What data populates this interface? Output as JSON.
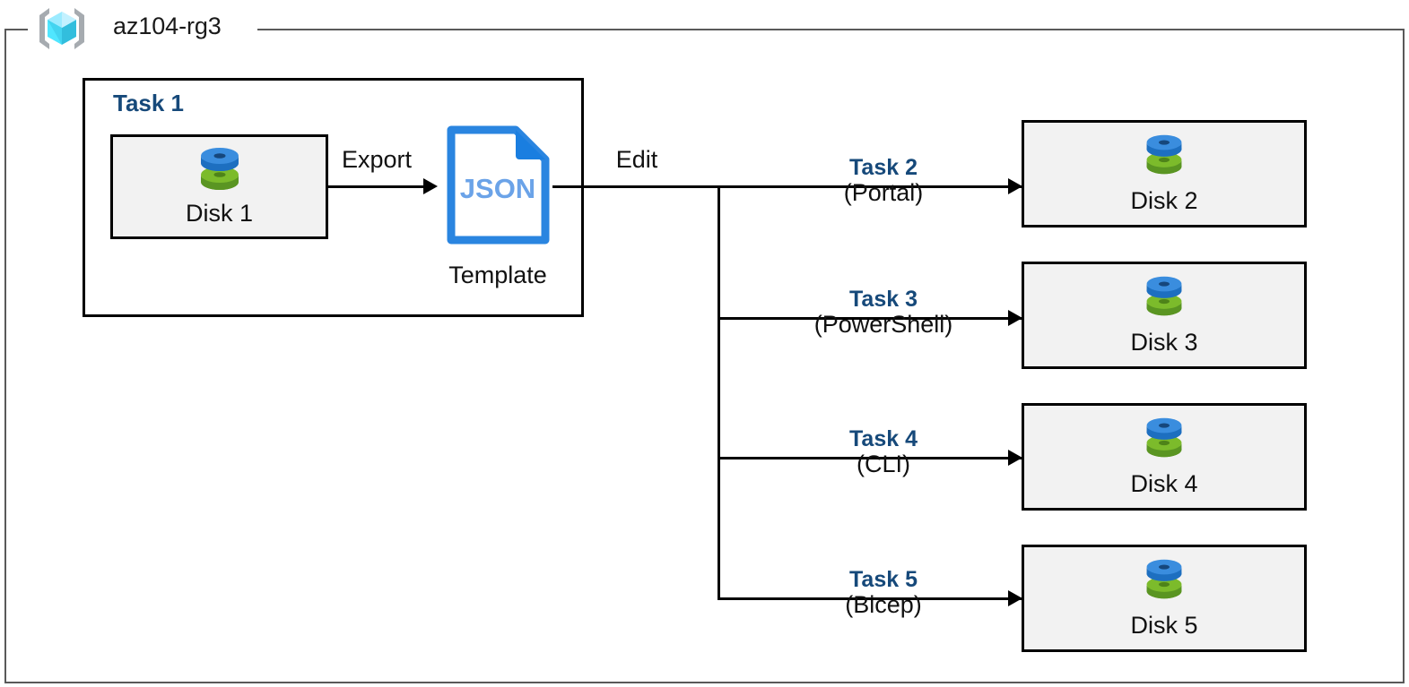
{
  "resource_group": {
    "name": "az104-rg3",
    "icon": "azure-resource-group-icon"
  },
  "task1_group": {
    "label": "Task 1",
    "source_disk": {
      "caption": "Disk 1",
      "icon": "managed-disk-icon"
    },
    "export_label": "Export",
    "template": {
      "icon": "json-file-icon",
      "badge": "JSON",
      "caption": "Template"
    },
    "edit_label": "Edit"
  },
  "branches": [
    {
      "task": "Task 2",
      "method": "(Portal)",
      "target": {
        "caption": "Disk 2",
        "icon": "managed-disk-icon"
      }
    },
    {
      "task": "Task 3",
      "method": "(PowerShell)",
      "target": {
        "caption": "Disk 3",
        "icon": "managed-disk-icon"
      }
    },
    {
      "task": "Task 4",
      "method": "(CLI)",
      "target": {
        "caption": "Disk 4",
        "icon": "managed-disk-icon"
      }
    },
    {
      "task": "Task 5",
      "method": "(Bicep)",
      "target": {
        "caption": "Disk 5",
        "icon": "managed-disk-icon"
      }
    }
  ],
  "colors": {
    "task_label_blue": "#16497a",
    "json_blue": "#1a7ee0",
    "json_text_blue": "#6ba3e8",
    "disk_blue": "#3a8dde",
    "disk_green": "#6aaa2a",
    "box_fill": "#f2f2f2",
    "border_black": "#000000",
    "container_gray": "#595959",
    "rg_cube_cyan": "#50e6ff",
    "rg_bracket_gray": "#a0a4a8"
  }
}
